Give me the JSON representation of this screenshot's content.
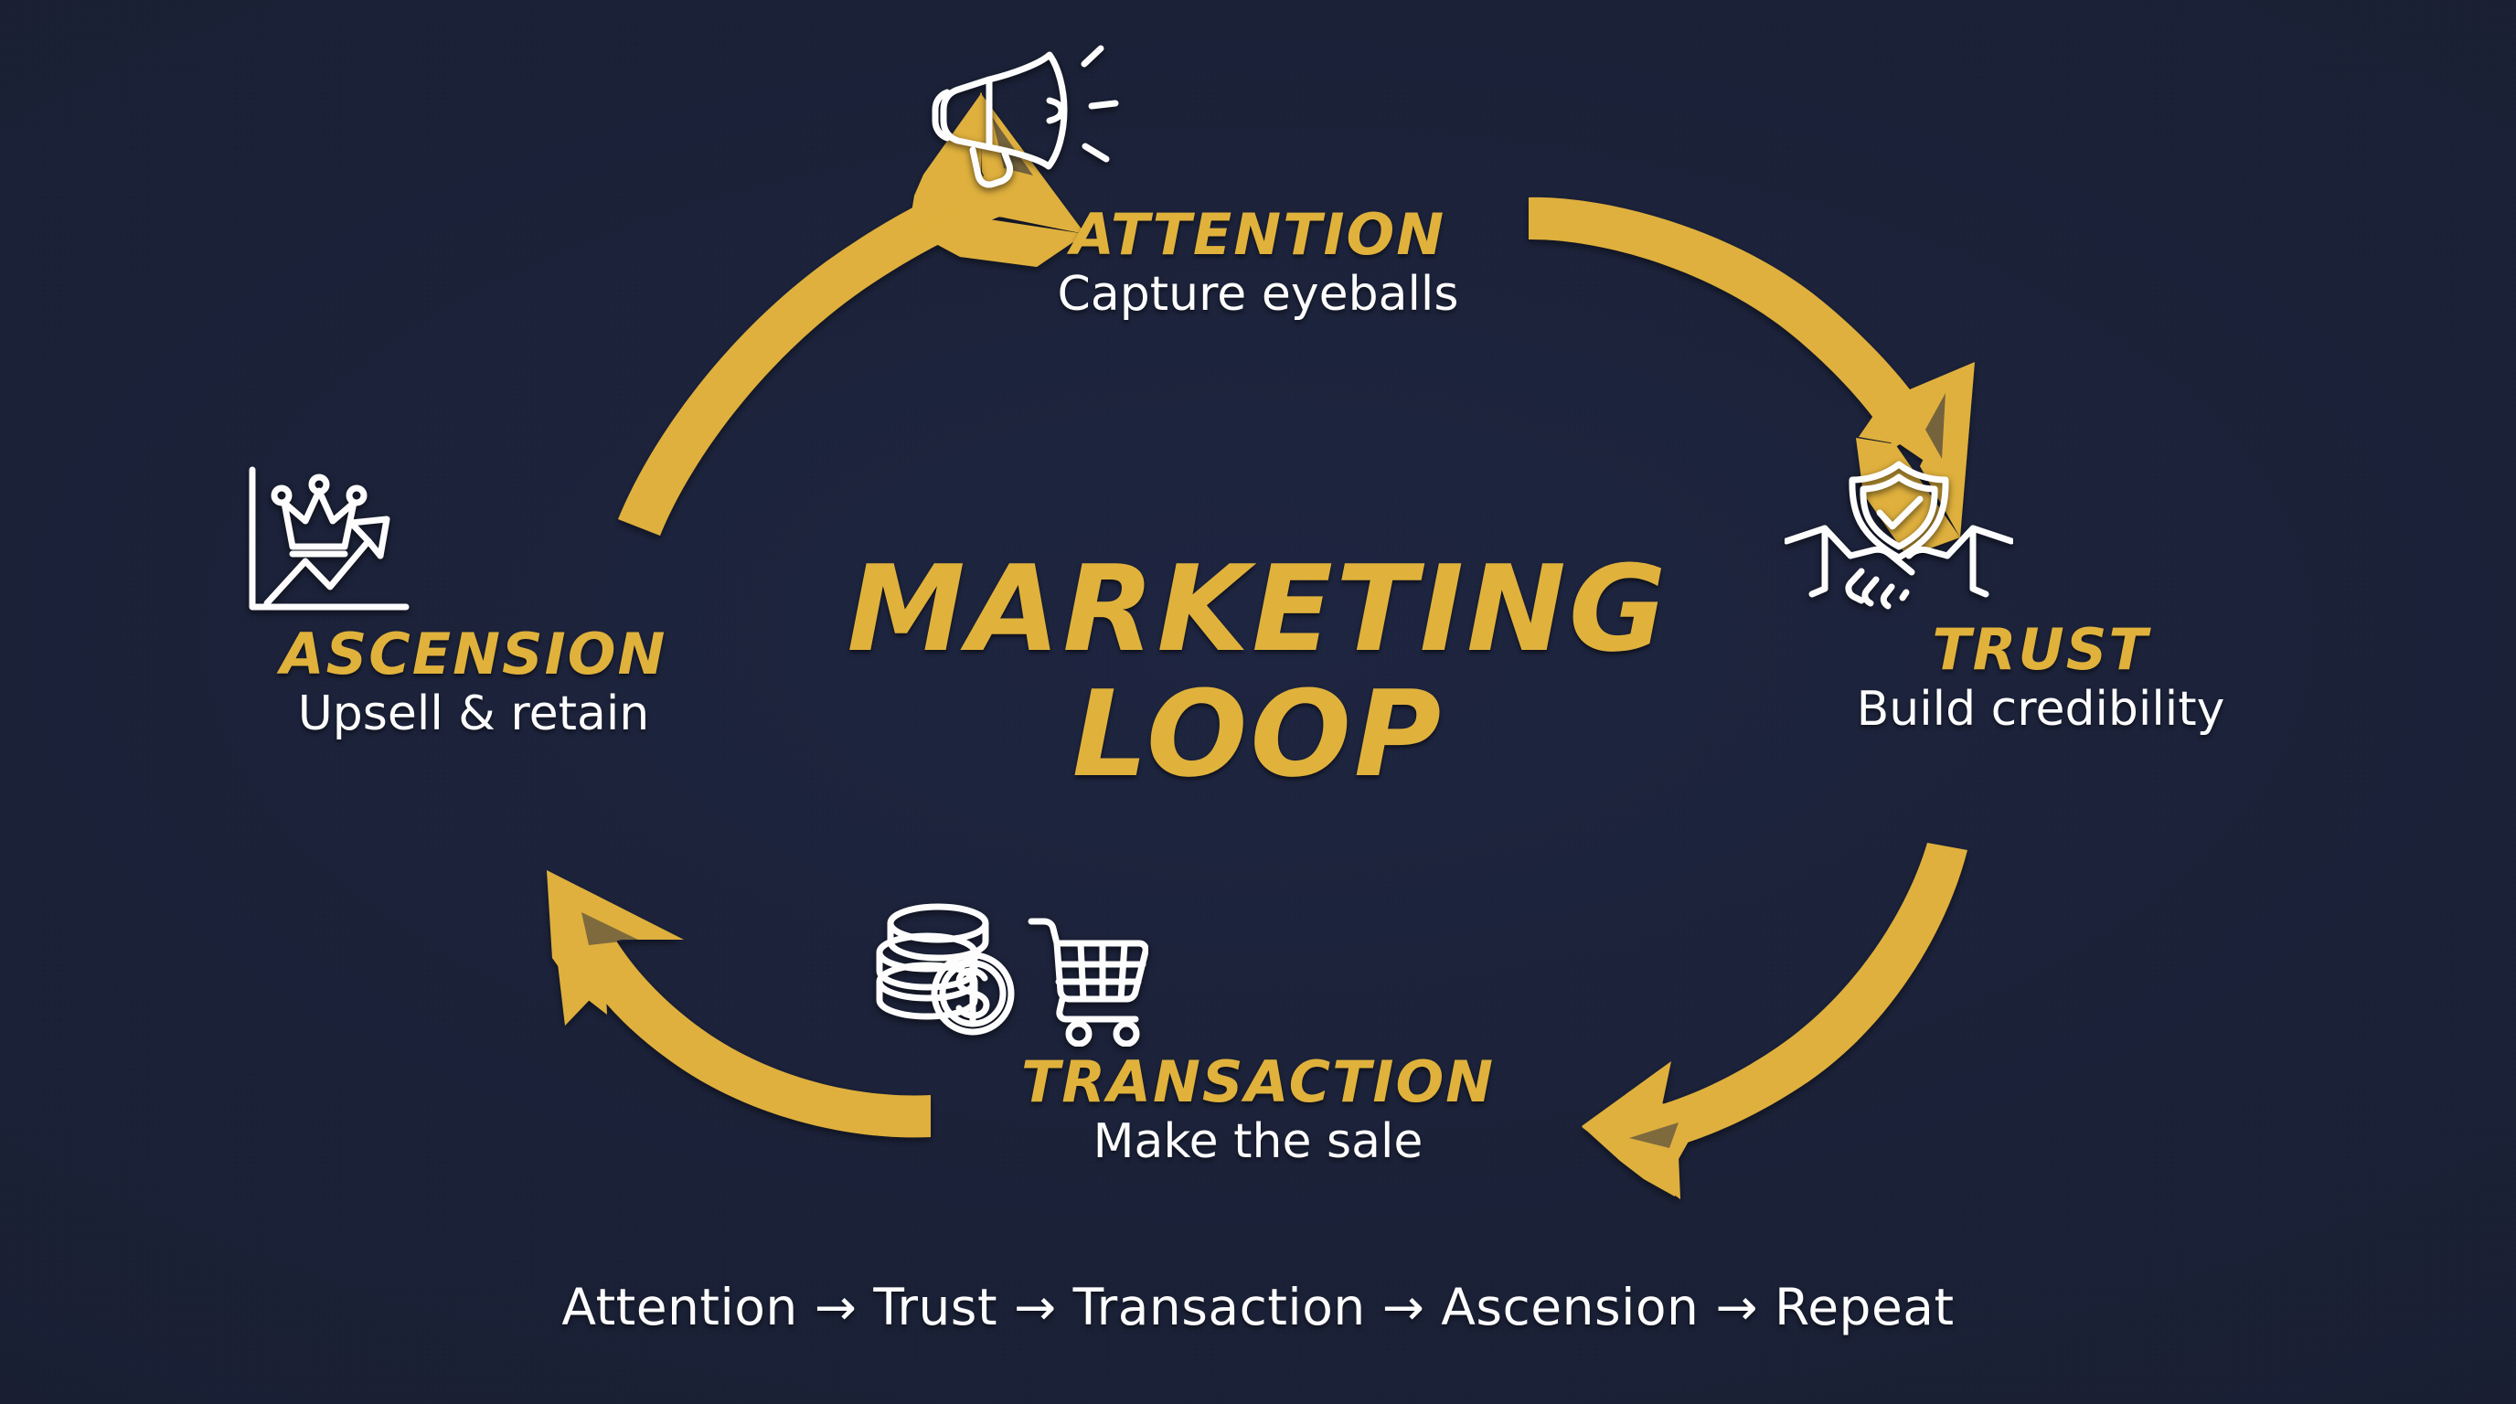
{
  "theme": {
    "background": "#1a2035",
    "accent_gold": "#e0b23c",
    "text_white": "#fdfdfd"
  },
  "center": {
    "line1": "MARKETING",
    "line2": "LOOP"
  },
  "nodes": [
    {
      "id": "attention",
      "icon": "megaphone-icon",
      "title": "ATTENTION",
      "subtitle": "Capture eyeballs"
    },
    {
      "id": "trust",
      "icon": "handshake-shield-icon",
      "title": "TRUST",
      "subtitle": "Build credibility"
    },
    {
      "id": "transaction",
      "icon": "coins-cart-icon",
      "title": "TRANSACTION",
      "subtitle": "Make the sale"
    },
    {
      "id": "ascension",
      "icon": "crown-growth-chart-icon",
      "title": "ASCENSION",
      "subtitle": "Upsell & retain"
    }
  ],
  "arrows": [
    {
      "id": "arrow-ascension-to-attention",
      "direction": "up-right",
      "color": "#e0b23c"
    },
    {
      "id": "arrow-attention-to-trust",
      "direction": "down-right",
      "color": "#e0b23c"
    },
    {
      "id": "arrow-trust-to-transaction",
      "direction": "down-left",
      "color": "#e0b23c"
    },
    {
      "id": "arrow-transaction-to-ascension",
      "direction": "up-left",
      "color": "#e0b23c"
    }
  ],
  "footer": {
    "text": "Attention → Trust → Transaction → Ascension → Repeat"
  },
  "chart_data": {
    "type": "diagram",
    "title": "MARKETING LOOP",
    "layout": "circular-cycle-clockwise",
    "nodes": [
      "ATTENTION",
      "TRUST",
      "TRANSACTION",
      "ASCENSION"
    ],
    "node_captions": [
      "Capture eyeballs",
      "Build credibility",
      "Make the sale",
      "Upsell & retain"
    ],
    "edges": [
      [
        "ATTENTION",
        "TRUST"
      ],
      [
        "TRUST",
        "TRANSACTION"
      ],
      [
        "TRANSACTION",
        "ASCENSION"
      ],
      [
        "ASCENSION",
        "ATTENTION"
      ]
    ],
    "sequence_label": "Attention → Trust → Transaction → Ascension → Repeat"
  }
}
